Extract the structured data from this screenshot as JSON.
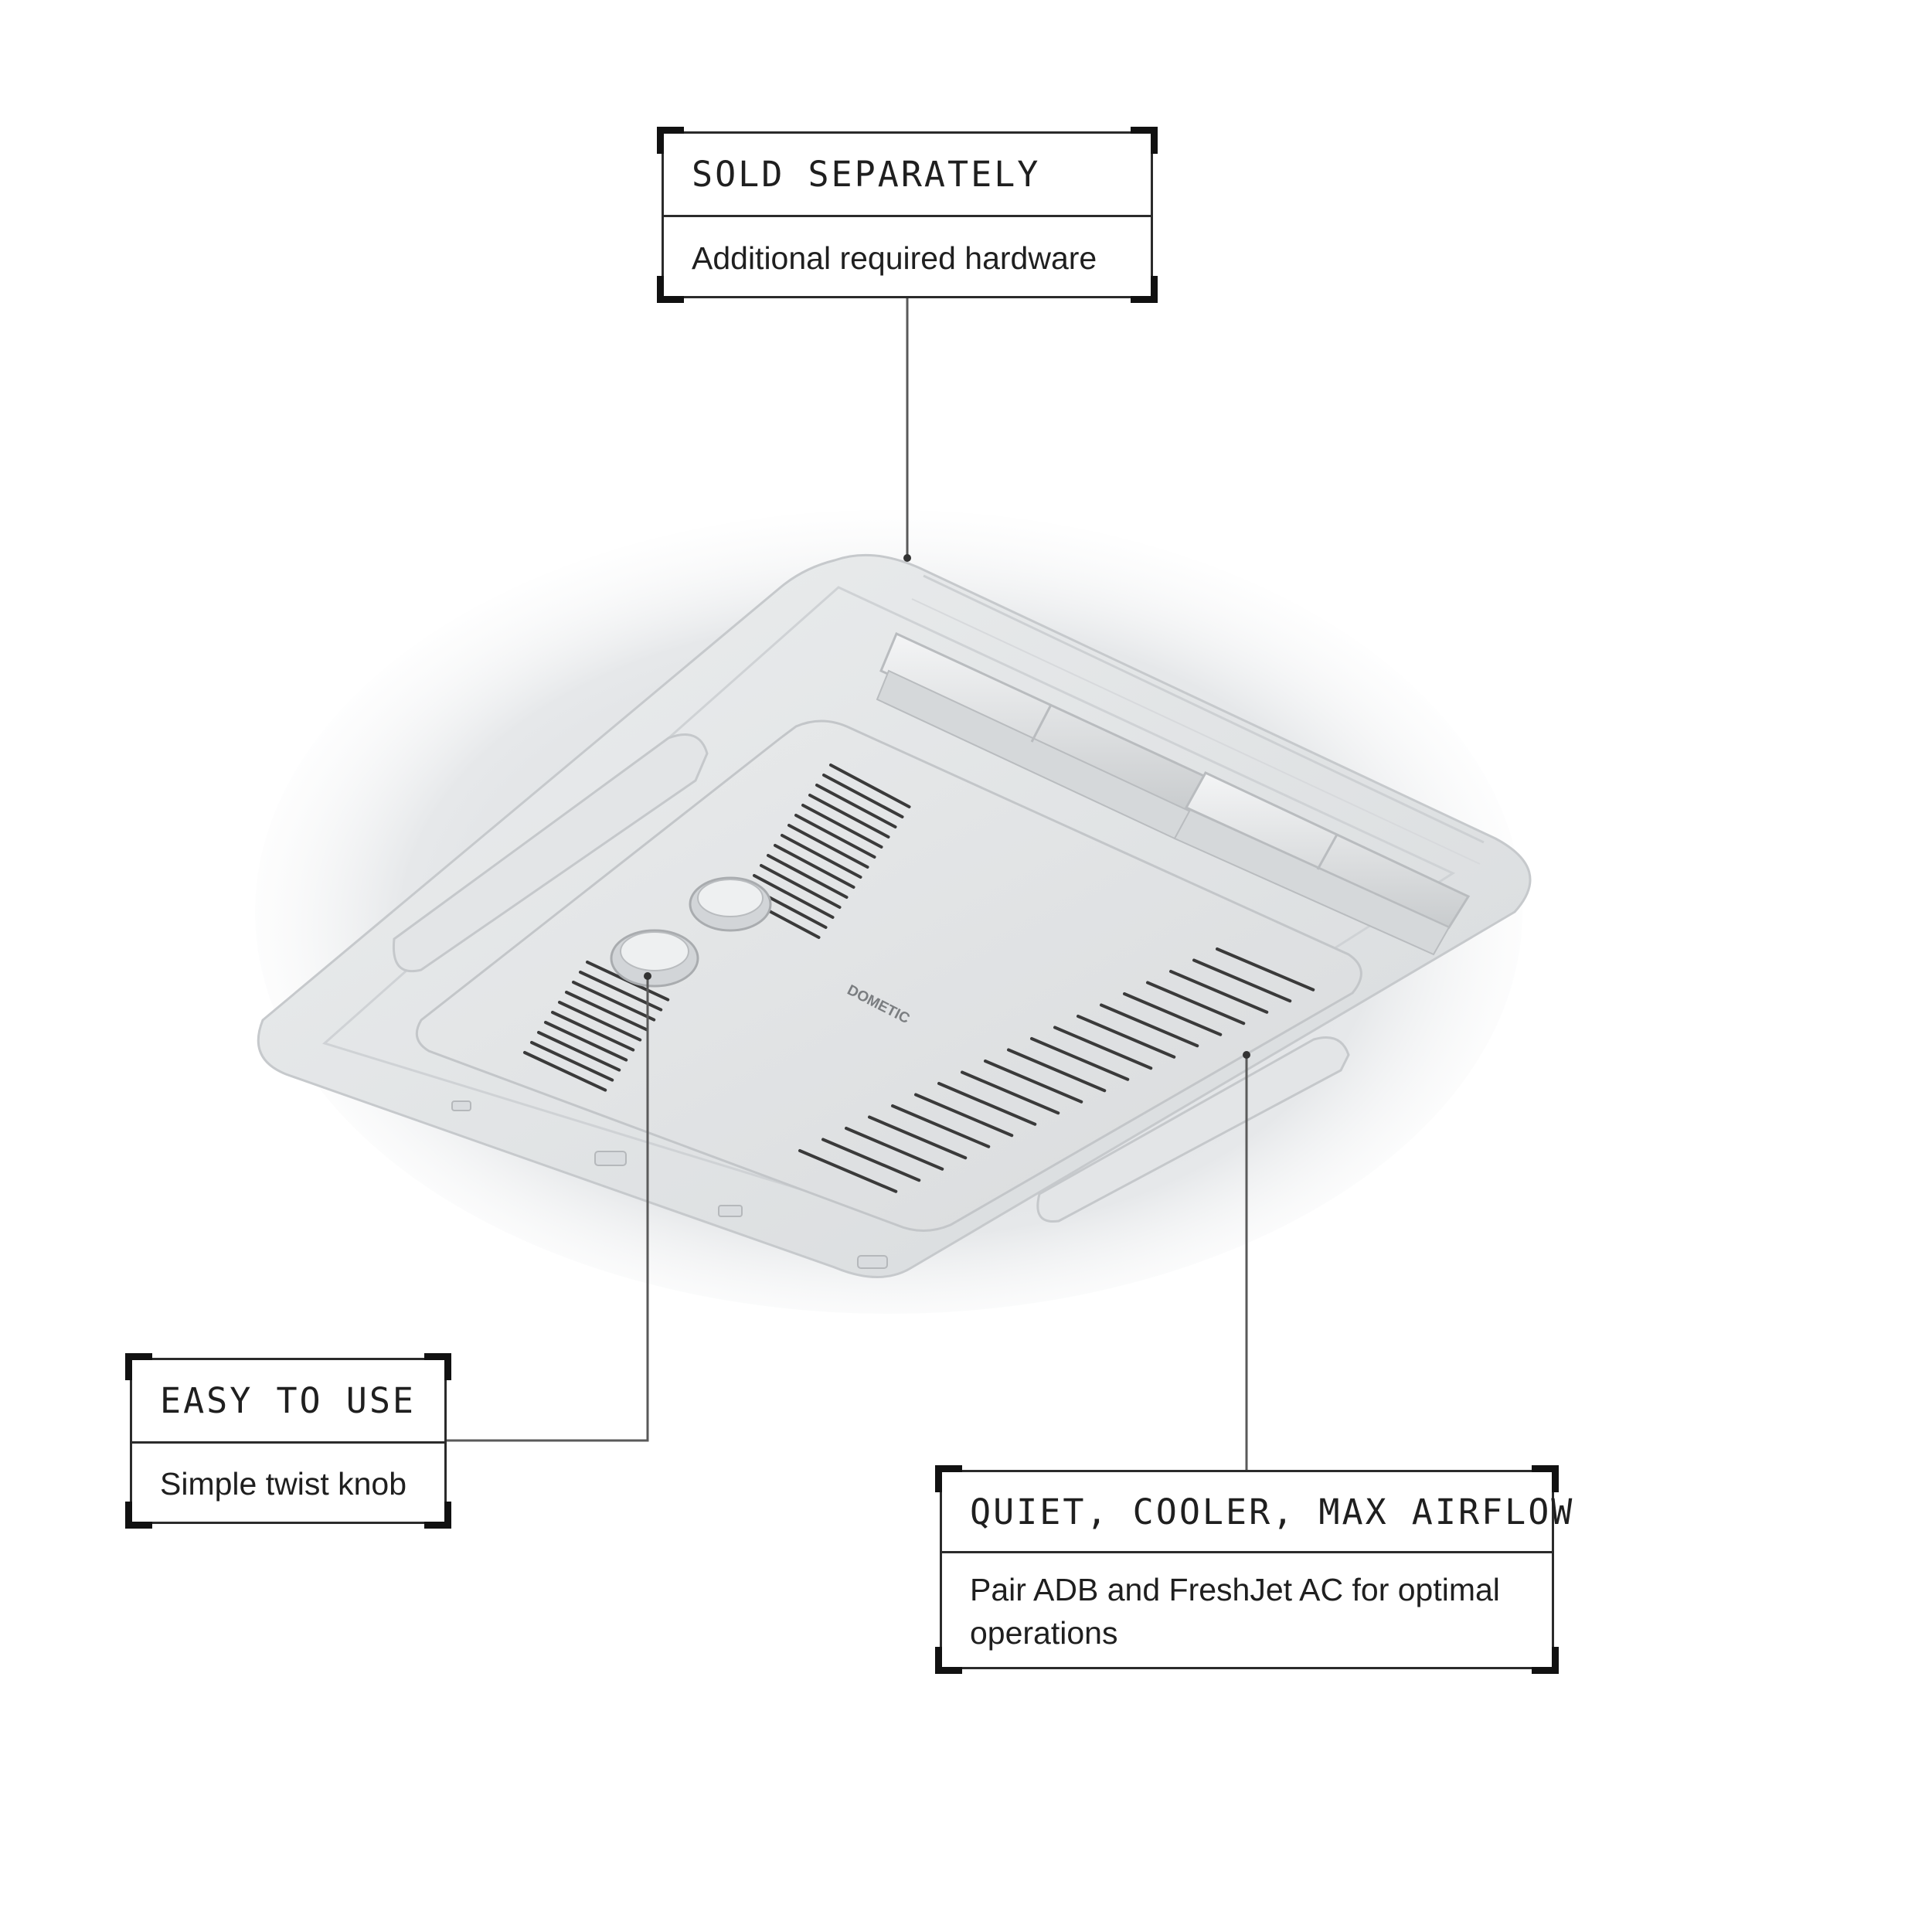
{
  "callouts": {
    "sold_separately": {
      "heading": "SOLD SEPARATELY",
      "text": "Additional required hardware"
    },
    "easy_to_use": {
      "heading": "EASY TO USE",
      "text": "Simple twist knob"
    },
    "airflow": {
      "heading": "QUIET, COOLER, MAX AIRFLOW",
      "text": "Pair ADB and FreshJet AC for optimal operations"
    }
  },
  "product": {
    "brand_logo": "DOMETIC",
    "colors": {
      "housing": "#e4e6e8",
      "panel": "#dcdee0",
      "line": "#2b2b2b",
      "vent": "#3a3a3a"
    }
  }
}
